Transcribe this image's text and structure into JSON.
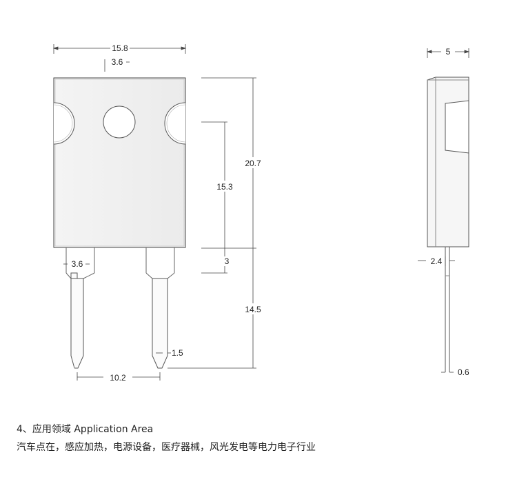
{
  "front_view": {
    "width_label": "15.8",
    "hole_offset_label": "3.6",
    "total_height_label": "20.7",
    "hole_to_bottom_label": "15.3",
    "body_to_lead_label": "3",
    "lead_length_label": "14.5",
    "lead_base_width_label": "3.6",
    "lead_pitch_label": "10.2",
    "lead_width_label": "1.5"
  },
  "side_view": {
    "thickness_label": "5",
    "lead_offset_label": "2.4",
    "lead_thickness_label": "0.6"
  },
  "section": {
    "heading": "4、应用领域  Application Area",
    "text": "汽车点在，感应加热，电源设备，医疗器械，风光发电等电力电子行业"
  }
}
